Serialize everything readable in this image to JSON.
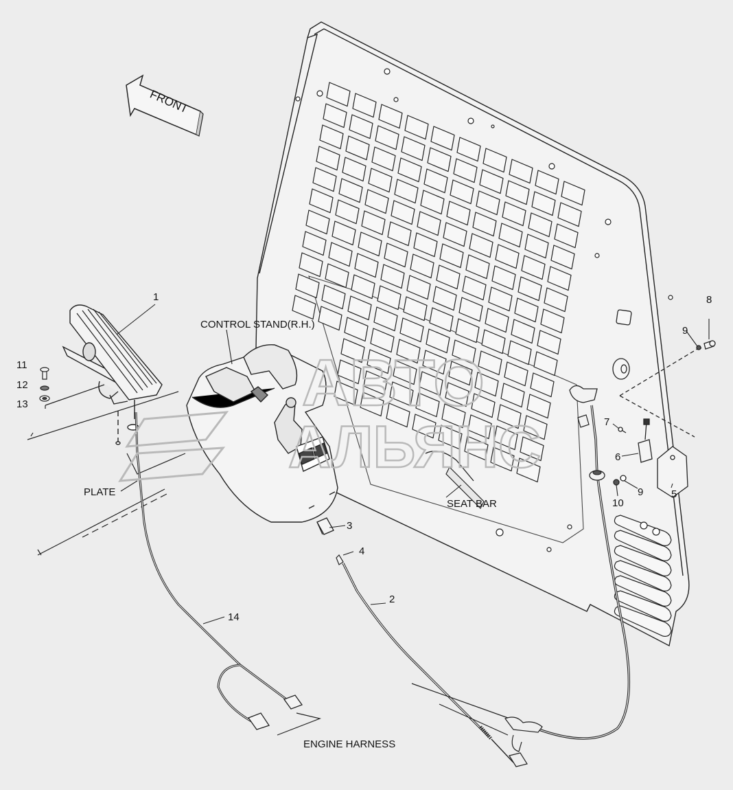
{
  "front_arrow": {
    "label": "FRONT"
  },
  "labels": {
    "control_stand": "CONTROL STAND(R.H.)",
    "plate": "PLATE",
    "seat_bar": "SEAT BAR",
    "engine_harness": "ENGINE HARNESS"
  },
  "callouts": {
    "c1": "1",
    "c2": "2",
    "c3": "3",
    "c4": "4",
    "c5": "5",
    "c6": "6",
    "c7": "7",
    "c8": "8",
    "c9a": "9",
    "c9b": "9",
    "c10": "10",
    "c11": "11",
    "c12": "12",
    "c13": "13",
    "c14": "14"
  },
  "watermark": {
    "line1": "АВТО",
    "line2": "АЛЬЯНС"
  }
}
